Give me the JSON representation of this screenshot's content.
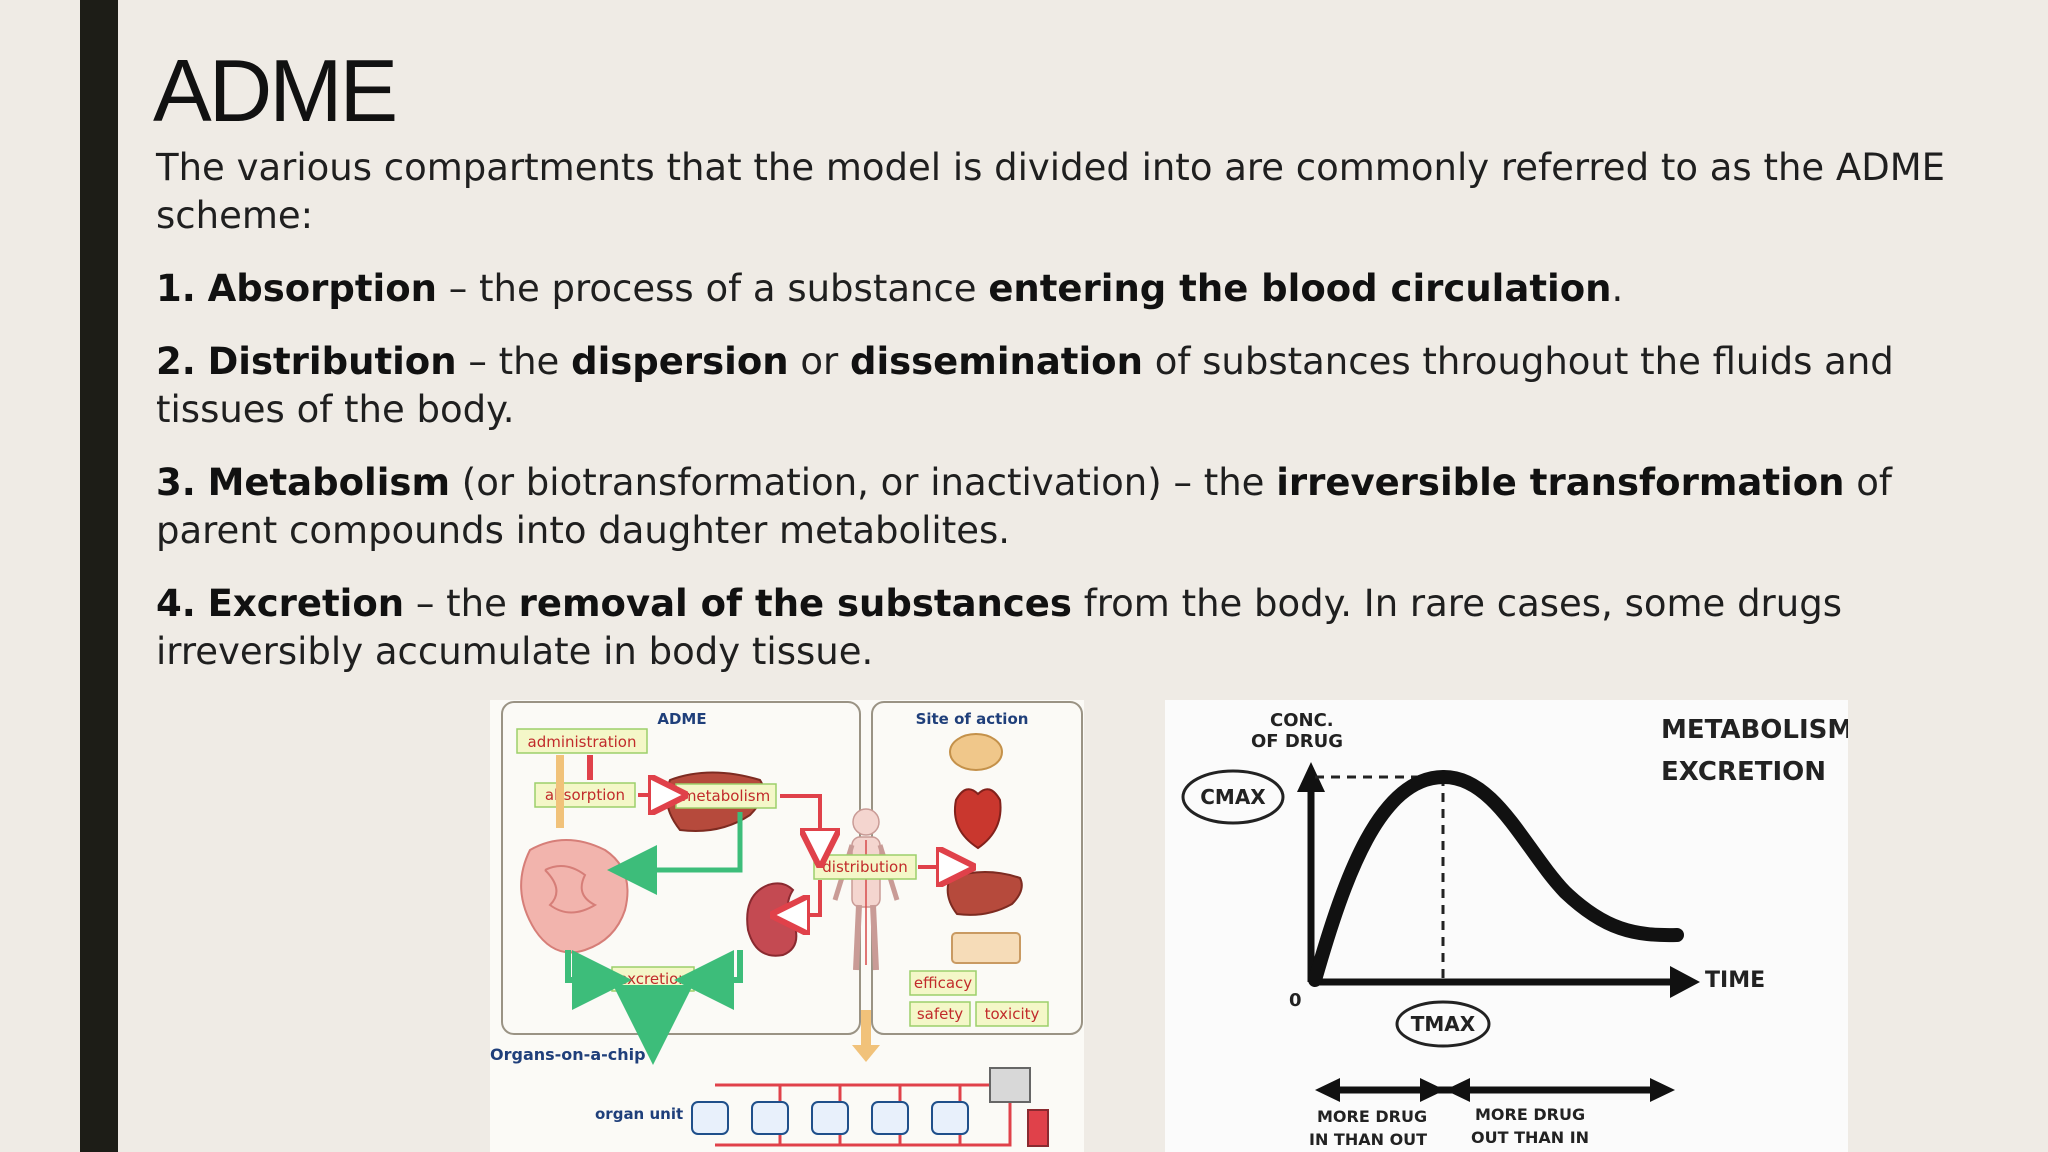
{
  "slide": {
    "title": "ADME",
    "intro": "The various compartments that the model is divided into are commonly referred to as the ADME scheme:",
    "items": [
      {
        "num": "1.",
        "term": "Absorption",
        "t1": " – the process of a substance ",
        "b1": "entering the blood circulation",
        "t2": "."
      },
      {
        "num": "2.",
        "term": "Distribution",
        "t1": " – the ",
        "b1": "dispersion",
        "t2": " or ",
        "b2": "dissemination",
        "t3": " of substances throughout the fluids and tissues of the body."
      },
      {
        "num": "3.",
        "term": "Metabolism",
        "t1": " (or biotransformation, or inactivation) – the ",
        "b1": "irreversible transformation",
        "t2": " of parent compounds into daughter metabolites."
      },
      {
        "num": "4.",
        "term": "Excretion",
        "t1": " – the ",
        "b1": "removal of the substances",
        "t2": " from the body. In rare cases, some drugs irreversibly accumulate in body tissue."
      }
    ]
  },
  "adme_figure": {
    "heading_adme": "ADME",
    "heading_site": "Site of action",
    "administration": "administration",
    "absorption": "absorption",
    "metabolism": "metabolism",
    "distribution": "distribution",
    "excretion": "excretion",
    "efficacy": "efficacy",
    "safety": "safety",
    "toxicity": "toxicity",
    "organs_on_chip": "Organs-on-a-chip",
    "organ_unit": "organ unit",
    "colors": {
      "green": "#3dbd7a",
      "red": "#e0414a",
      "label_fill": "#f4f7c8",
      "label_border": "#9ccf6a",
      "heading": "#1f3f7a"
    }
  },
  "curve_figure": {
    "y_label_line1": "CONC.",
    "y_label_line2": "OF DRUG",
    "cmax": "CMAX",
    "tmax": "TMAX",
    "time": "TIME",
    "origin": "0",
    "metabolism": "METABOLISM",
    "excretion": "EXCRETION",
    "more_in_line1": "MORE DRUG",
    "more_in_line2": "IN THAN OUT",
    "more_out_line1": "MORE DRUG",
    "more_out_line2": "OUT THAN IN"
  }
}
